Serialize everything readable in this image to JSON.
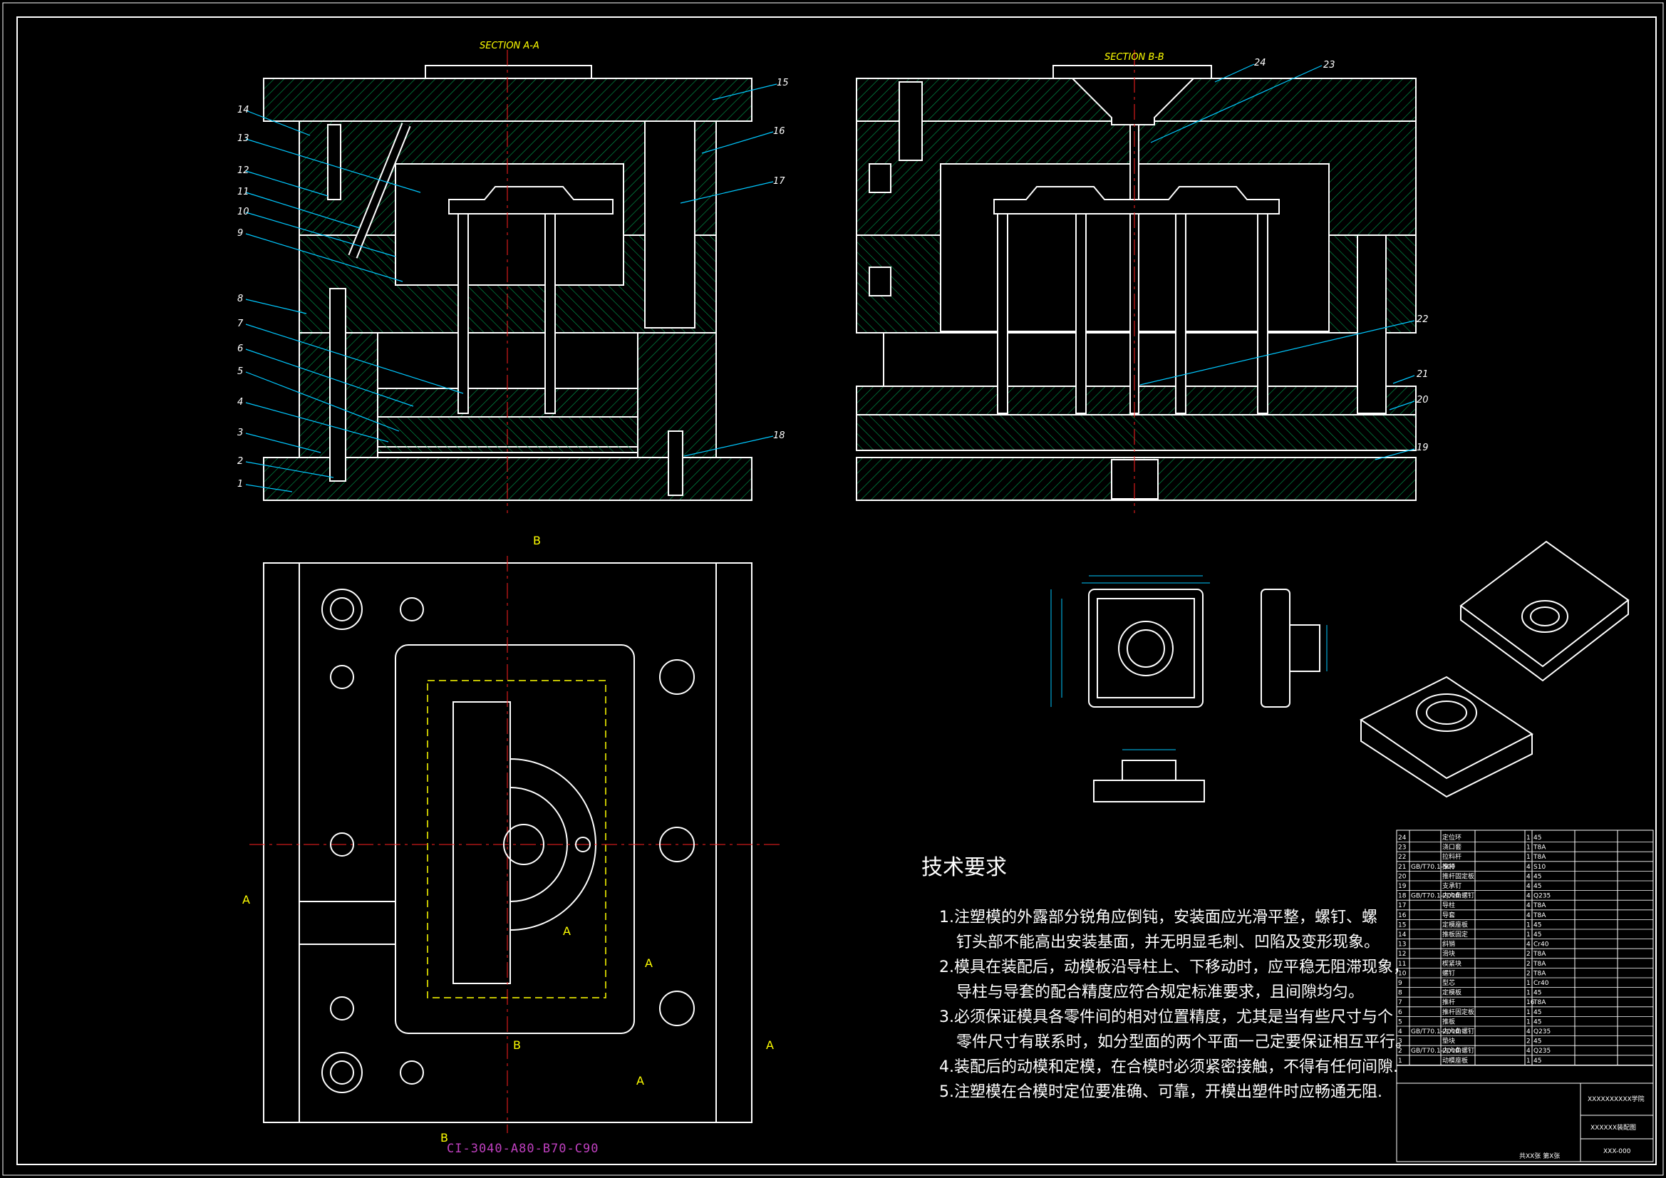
{
  "drawing": {
    "section_a_title": "SECTION A-A",
    "section_b_title": "SECTION B-B",
    "model_code": "CI-3040-A80-B70-C90",
    "part_numbers_left": [
      "15",
      "14",
      "13",
      "16",
      "12",
      "17",
      "11",
      "10",
      "9",
      "8",
      "7",
      "6",
      "5",
      "4",
      "18",
      "3",
      "2",
      "1"
    ],
    "part_numbers_right": [
      "24",
      "23",
      "22",
      "21",
      "20",
      "19"
    ],
    "section_markers": [
      "B",
      "A",
      "A",
      "A",
      "A",
      "A",
      "B",
      "B"
    ],
    "colors": {
      "background": "#000000",
      "outline": "#ffffff",
      "hatch": "#00a050",
      "centerline": "#ff2020",
      "dimension": "#00c8ff",
      "leader": "#00c8ff",
      "label": "#ffff00",
      "hidden": "#ffff00"
    }
  },
  "tech": {
    "title": "技术要求",
    "items": [
      "1.注塑模的外露部分锐角应倒钝，安装面应光滑平整，螺钉、螺",
      "钉头部不能高出安装基面，并无明显毛刺、凹陷及变形现象。",
      "2.模具在装配后，动模板沿导柱上、下移动时，应平稳无阻滞现象，",
      "导柱与导套的配合精度应符合规定标准要求，且间隙均匀。",
      "3.必须保证模具各零件间的相对位置精度，尤其是当有些尺寸与个",
      "零件尺寸有联系时，如分型面的两个平面一己定要保证相互平行。",
      "4.装配后的动模和定模，在合模时必须紧密接触，不得有任何间隙.",
      "5.注塑模在合模时定位要准确、可靠，开模出塑件时应畅通无阻."
    ]
  },
  "bom": {
    "rows": [
      [
        "24",
        "",
        "定位环",
        "1",
        "45",
        ""
      ],
      [
        "23",
        "",
        "浇口套",
        "1",
        "T8A",
        ""
      ],
      [
        "22",
        "",
        "拉料杆",
        "1",
        "T8A",
        ""
      ],
      [
        "21",
        "GB/T70.1-500",
        "推杆",
        "4",
        "S10",
        ""
      ],
      [
        "20",
        "",
        "推杆固定板",
        "4",
        "45",
        ""
      ],
      [
        "19",
        "",
        "支承钉",
        "4",
        "45",
        ""
      ],
      [
        "18",
        "GB/T70.1-2000",
        "内六角螺钉",
        "4",
        "Q235",
        ""
      ],
      [
        "17",
        "",
        "导柱",
        "4",
        "T8A",
        ""
      ],
      [
        "16",
        "",
        "导套",
        "4",
        "T8A",
        ""
      ],
      [
        "15",
        "",
        "定模座板",
        "1",
        "45",
        ""
      ],
      [
        "14",
        "",
        "推板固定",
        "1",
        "45",
        ""
      ],
      [
        "13",
        "",
        "斜销",
        "4",
        "Cr40",
        ""
      ],
      [
        "12",
        "",
        "滑块",
        "2",
        "T8A",
        ""
      ],
      [
        "11",
        "",
        "楔紧块",
        "2",
        "T8A",
        ""
      ],
      [
        "10",
        "",
        "螺钉",
        "2",
        "T8A",
        ""
      ],
      [
        "9",
        "",
        "型芯",
        "1",
        "Cr40",
        ""
      ],
      [
        "8",
        "",
        "定模板",
        "1",
        "45",
        ""
      ],
      [
        "7",
        "",
        "推杆",
        "16",
        "T8A",
        ""
      ],
      [
        "6",
        "",
        "推杆固定板",
        "1",
        "45",
        ""
      ],
      [
        "5",
        "",
        "推板",
        "1",
        "45",
        ""
      ],
      [
        "4",
        "GB/T70.1-2000",
        "内六角螺钉",
        "4",
        "Q235",
        ""
      ],
      [
        "3",
        "",
        "垫块",
        "2",
        "45",
        ""
      ],
      [
        "2",
        "GB/T70.1-2000",
        "内六角螺钉",
        "4",
        "Q235",
        ""
      ],
      [
        "1",
        "",
        "动模座板",
        "1",
        "45",
        ""
      ]
    ],
    "school": "XXXXXXXXXX学院",
    "drawing_name": "XXXXXX装配图",
    "drawing_no": "XXX-000",
    "sheet": "共XX张 第X张"
  }
}
